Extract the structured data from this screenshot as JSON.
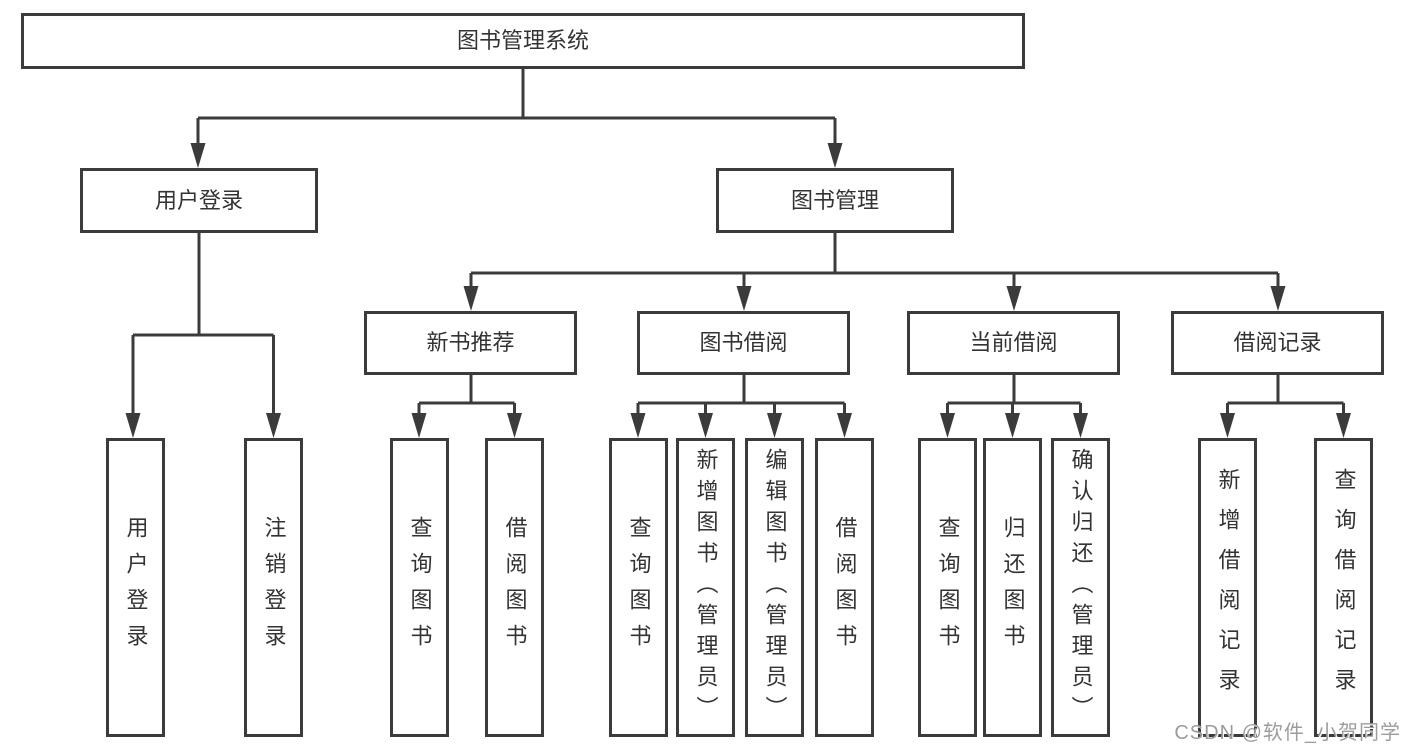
{
  "diagram_title": "图书管理系统",
  "colors": {
    "line": "#3b3b3b",
    "border": "#3b3b3b",
    "text": "#333333",
    "background": "#ffffff",
    "watermark": "#9c9c9c"
  },
  "tree": {
    "label": "图书管理系统",
    "children": [
      {
        "label": "用户登录",
        "children": [
          {
            "label": "用户登录"
          },
          {
            "label": "注销登录"
          }
        ]
      },
      {
        "label": "图书管理",
        "children": [
          {
            "label": "新书推荐",
            "children": [
              {
                "label": "查询图书"
              },
              {
                "label": "借阅图书"
              }
            ]
          },
          {
            "label": "图书借阅",
            "children": [
              {
                "label": "查询图书"
              },
              {
                "label": "新增图书（管理员）"
              },
              {
                "label": "编辑图书（管理员）"
              },
              {
                "label": "借阅图书"
              }
            ]
          },
          {
            "label": "当前借阅",
            "children": [
              {
                "label": "查询图书"
              },
              {
                "label": "归还图书"
              },
              {
                "label": "确认归还（管理员）"
              }
            ]
          },
          {
            "label": "借阅记录",
            "children": [
              {
                "label": "新增借阅记录"
              },
              {
                "label": "查询借阅记录"
              }
            ]
          }
        ]
      }
    ]
  },
  "watermark": {
    "text": "CSDN @软件_小贺同学"
  }
}
